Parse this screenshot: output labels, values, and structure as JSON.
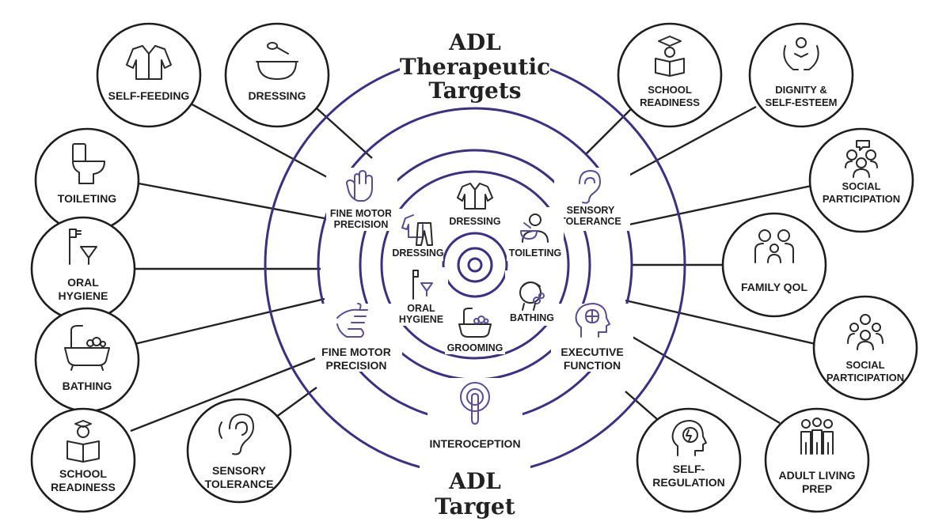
{
  "title_top": [
    "ADL",
    "Therapeutic",
    "Targets"
  ],
  "title_bottom": [
    "ADL",
    "Target"
  ],
  "colors": {
    "ring": "#3d2f86",
    "outline": "#1e1e1e",
    "icon_accent": "#5a4aa0"
  },
  "left_nodes": [
    {
      "label": [
        "SELF-FEEDING"
      ],
      "icon": "shirt-icon"
    },
    {
      "label": [
        "DRESSING"
      ],
      "icon": "bowl-spoon-icon"
    },
    {
      "label": [
        "TOILETING"
      ],
      "icon": "toilet-icon"
    },
    {
      "label": [
        "ORAL",
        "HYGIENE"
      ],
      "icon": "toothbrush-icon"
    },
    {
      "label": [
        "BATHING"
      ],
      "icon": "bathtub-icon"
    },
    {
      "label": [
        "SCHOOL",
        "READINESS"
      ],
      "icon": "student-reading-icon"
    },
    {
      "label": [
        "SENSORY",
        "TOLERANCE"
      ],
      "icon": "ear-icon"
    }
  ],
  "right_nodes": [
    {
      "label": [
        "SCHOOL",
        "READINESS"
      ],
      "icon": "graduate-book-icon"
    },
    {
      "label": [
        "DIGNITY &",
        "SELF-ESTEEM"
      ],
      "icon": "hands-person-icon"
    },
    {
      "label": [
        "SOCIAL",
        "PARTICIPATION"
      ],
      "icon": "group-chat-icon"
    },
    {
      "label": [
        "FAMILY QOL"
      ],
      "icon": "family-icon"
    },
    {
      "label": [
        "SOCIAL",
        "PARTICIPATION"
      ],
      "icon": "group-icon"
    },
    {
      "label": [
        "SELF-",
        "REGULATION"
      ],
      "icon": "head-cycle-icon"
    },
    {
      "label": [
        "ADULT LIVING",
        "PREP"
      ],
      "icon": "adults-icon"
    }
  ],
  "middle_ring": [
    {
      "label": [
        "FINE MOTOR",
        "PRECISION"
      ],
      "icon": "hand-icon"
    },
    {
      "label": [
        "SENSORY",
        "TOLERANCE"
      ],
      "icon": "ear-icon"
    },
    {
      "label": [
        "FINE MOTOR",
        "PRECISION"
      ],
      "icon": "pinch-hand-icon"
    },
    {
      "label": [
        "EXECUTIVE",
        "FUNCTION"
      ],
      "icon": "brain-head-icon"
    },
    {
      "label": [
        "INTEROCEPTION"
      ],
      "icon": "touch-target-icon"
    }
  ],
  "inner_ring": [
    {
      "label": [
        "DRESSING"
      ],
      "icon": "shirt-icon"
    },
    {
      "label": [
        "DRESSING"
      ],
      "icon": "clothes-icon"
    },
    {
      "label": [
        "TOILETING"
      ],
      "icon": "feeding-icon"
    },
    {
      "label": [
        "ORAL",
        "HYGIENE"
      ],
      "icon": "toothbrush-icon"
    },
    {
      "label": [
        "BATHING"
      ],
      "icon": "washing-face-icon"
    },
    {
      "label": [
        "GROOMING"
      ],
      "icon": "bathtub-icon"
    }
  ]
}
